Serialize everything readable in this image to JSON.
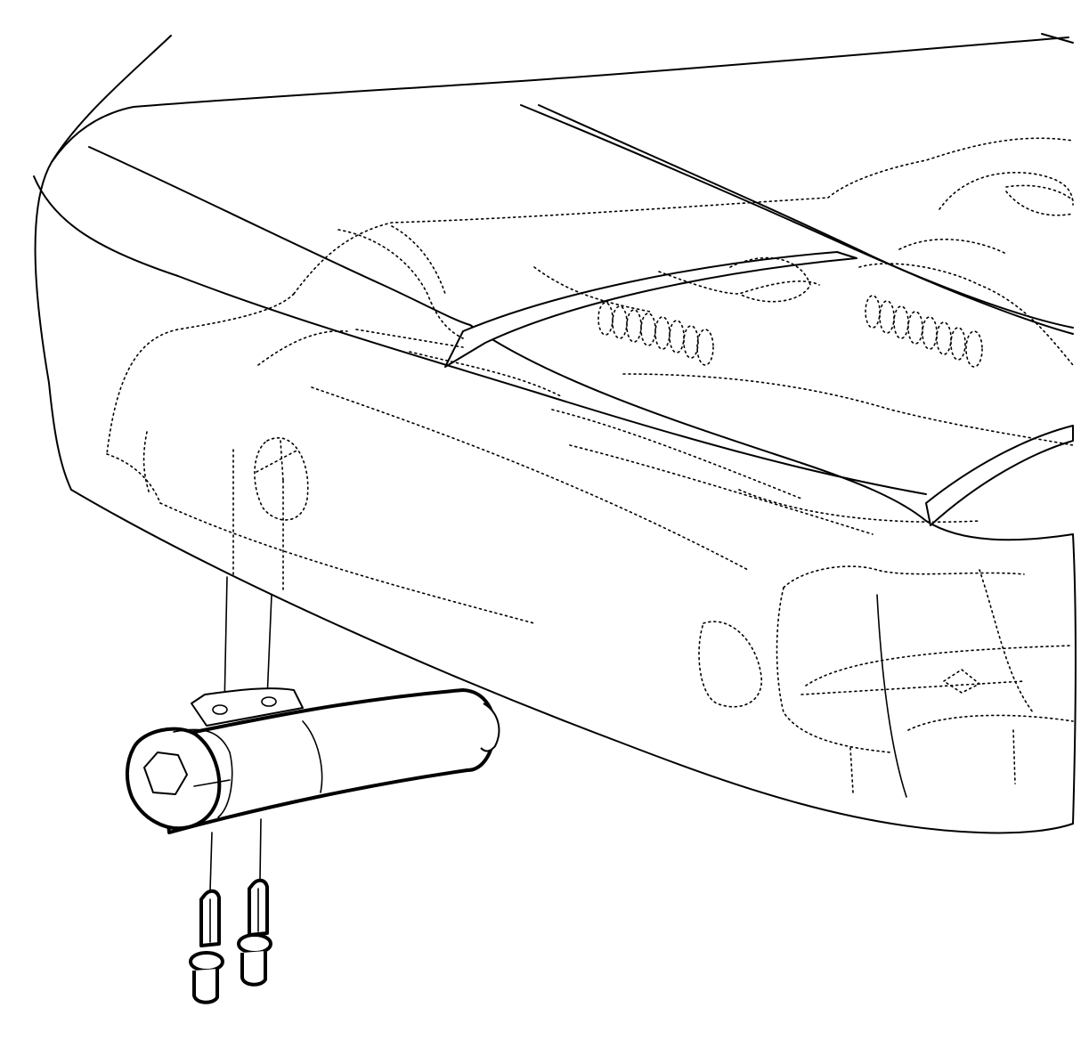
{
  "diagram": {
    "kind": "exploded-view line illustration",
    "background_color": "#ffffff",
    "line_color": "#000000",
    "components": [
      "seat-cushion-outline",
      "seat-cushion-hidden-structure",
      "cushion-springs",
      "cylindrical-actuator",
      "mounting-bracket",
      "push-pin-fastener-left",
      "push-pin-fastener-right"
    ]
  }
}
